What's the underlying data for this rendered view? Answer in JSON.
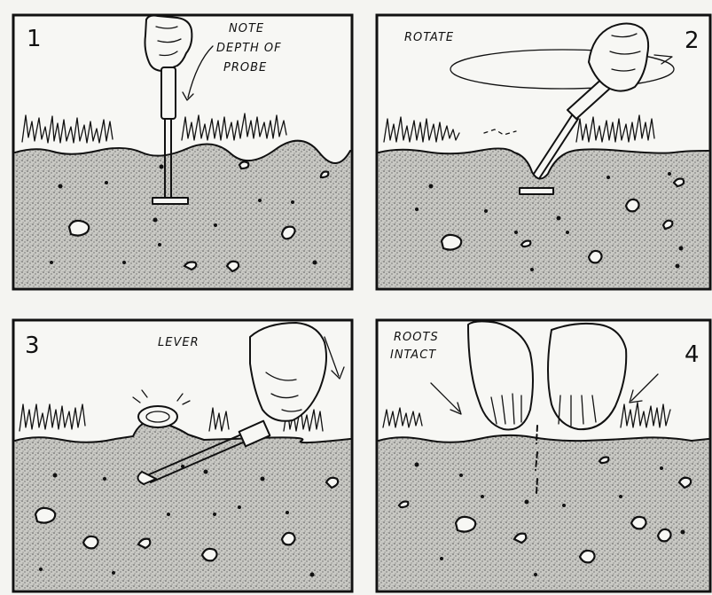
{
  "panels": [
    {
      "number": "1",
      "caption_lines": [
        "NOTE",
        "DEPTH OF",
        "PROBE"
      ]
    },
    {
      "number": "2",
      "caption_lines": [
        "ROTATE"
      ]
    },
    {
      "number": "3",
      "caption_lines": [
        "LEVER"
      ]
    },
    {
      "number": "4",
      "caption_lines": [
        "ROOTS",
        "INTACT"
      ]
    }
  ]
}
